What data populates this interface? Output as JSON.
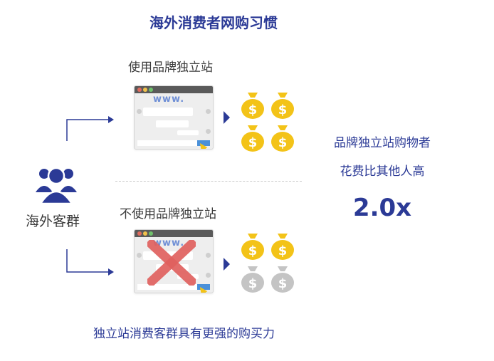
{
  "title": "海外消费者网购习惯",
  "group_label": "海外客群",
  "top_section": {
    "label": "使用品牌独立站",
    "url_text": "www."
  },
  "bottom_section": {
    "label": "不使用品牌独立站",
    "url_text": "www."
  },
  "side_text": {
    "line1": "品牌独立站购物者",
    "line2": "花费比其他人高",
    "value": "2.0x"
  },
  "bottom_caption": "独立站消费客群具有更强的购买力",
  "colors": {
    "accent": "#2b3a96",
    "money_gold": "#f3c318",
    "money_gray": "#c4c4c4",
    "cross_red": "#e0615f"
  },
  "icons": {
    "group": "people-icon",
    "browser": "browser-window-icon",
    "money": "money-bag-icon",
    "arrow": "play-arrow-icon",
    "cross": "cross-icon"
  }
}
